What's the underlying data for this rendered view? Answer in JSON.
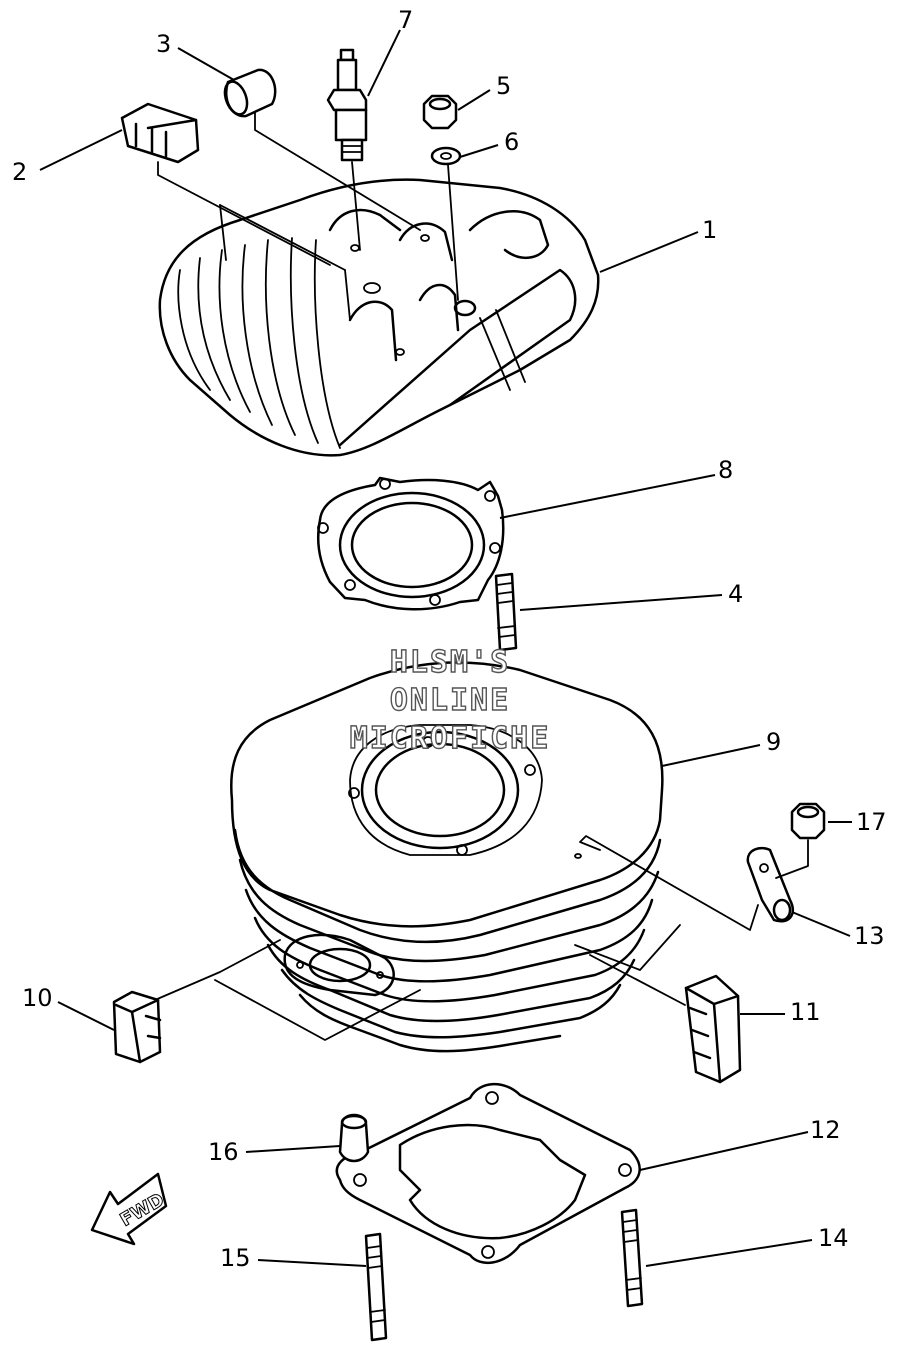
{
  "watermark": {
    "line1": "HLSM'S",
    "line2": "ONLINE",
    "line3": "MICROFICHE"
  },
  "fwd_label": "FWD",
  "callouts": [
    {
      "id": "1",
      "label": "1"
    },
    {
      "id": "2",
      "label": "2"
    },
    {
      "id": "3",
      "label": "3"
    },
    {
      "id": "4",
      "label": "4"
    },
    {
      "id": "5",
      "label": "5"
    },
    {
      "id": "6",
      "label": "6"
    },
    {
      "id": "7",
      "label": "7"
    },
    {
      "id": "8",
      "label": "8"
    },
    {
      "id": "9",
      "label": "9"
    },
    {
      "id": "10",
      "label": "10"
    },
    {
      "id": "11",
      "label": "11"
    },
    {
      "id": "12",
      "label": "12"
    },
    {
      "id": "13",
      "label": "13"
    },
    {
      "id": "14",
      "label": "14"
    },
    {
      "id": "15",
      "label": "15"
    },
    {
      "id": "16",
      "label": "16"
    },
    {
      "id": "17",
      "label": "17"
    }
  ]
}
